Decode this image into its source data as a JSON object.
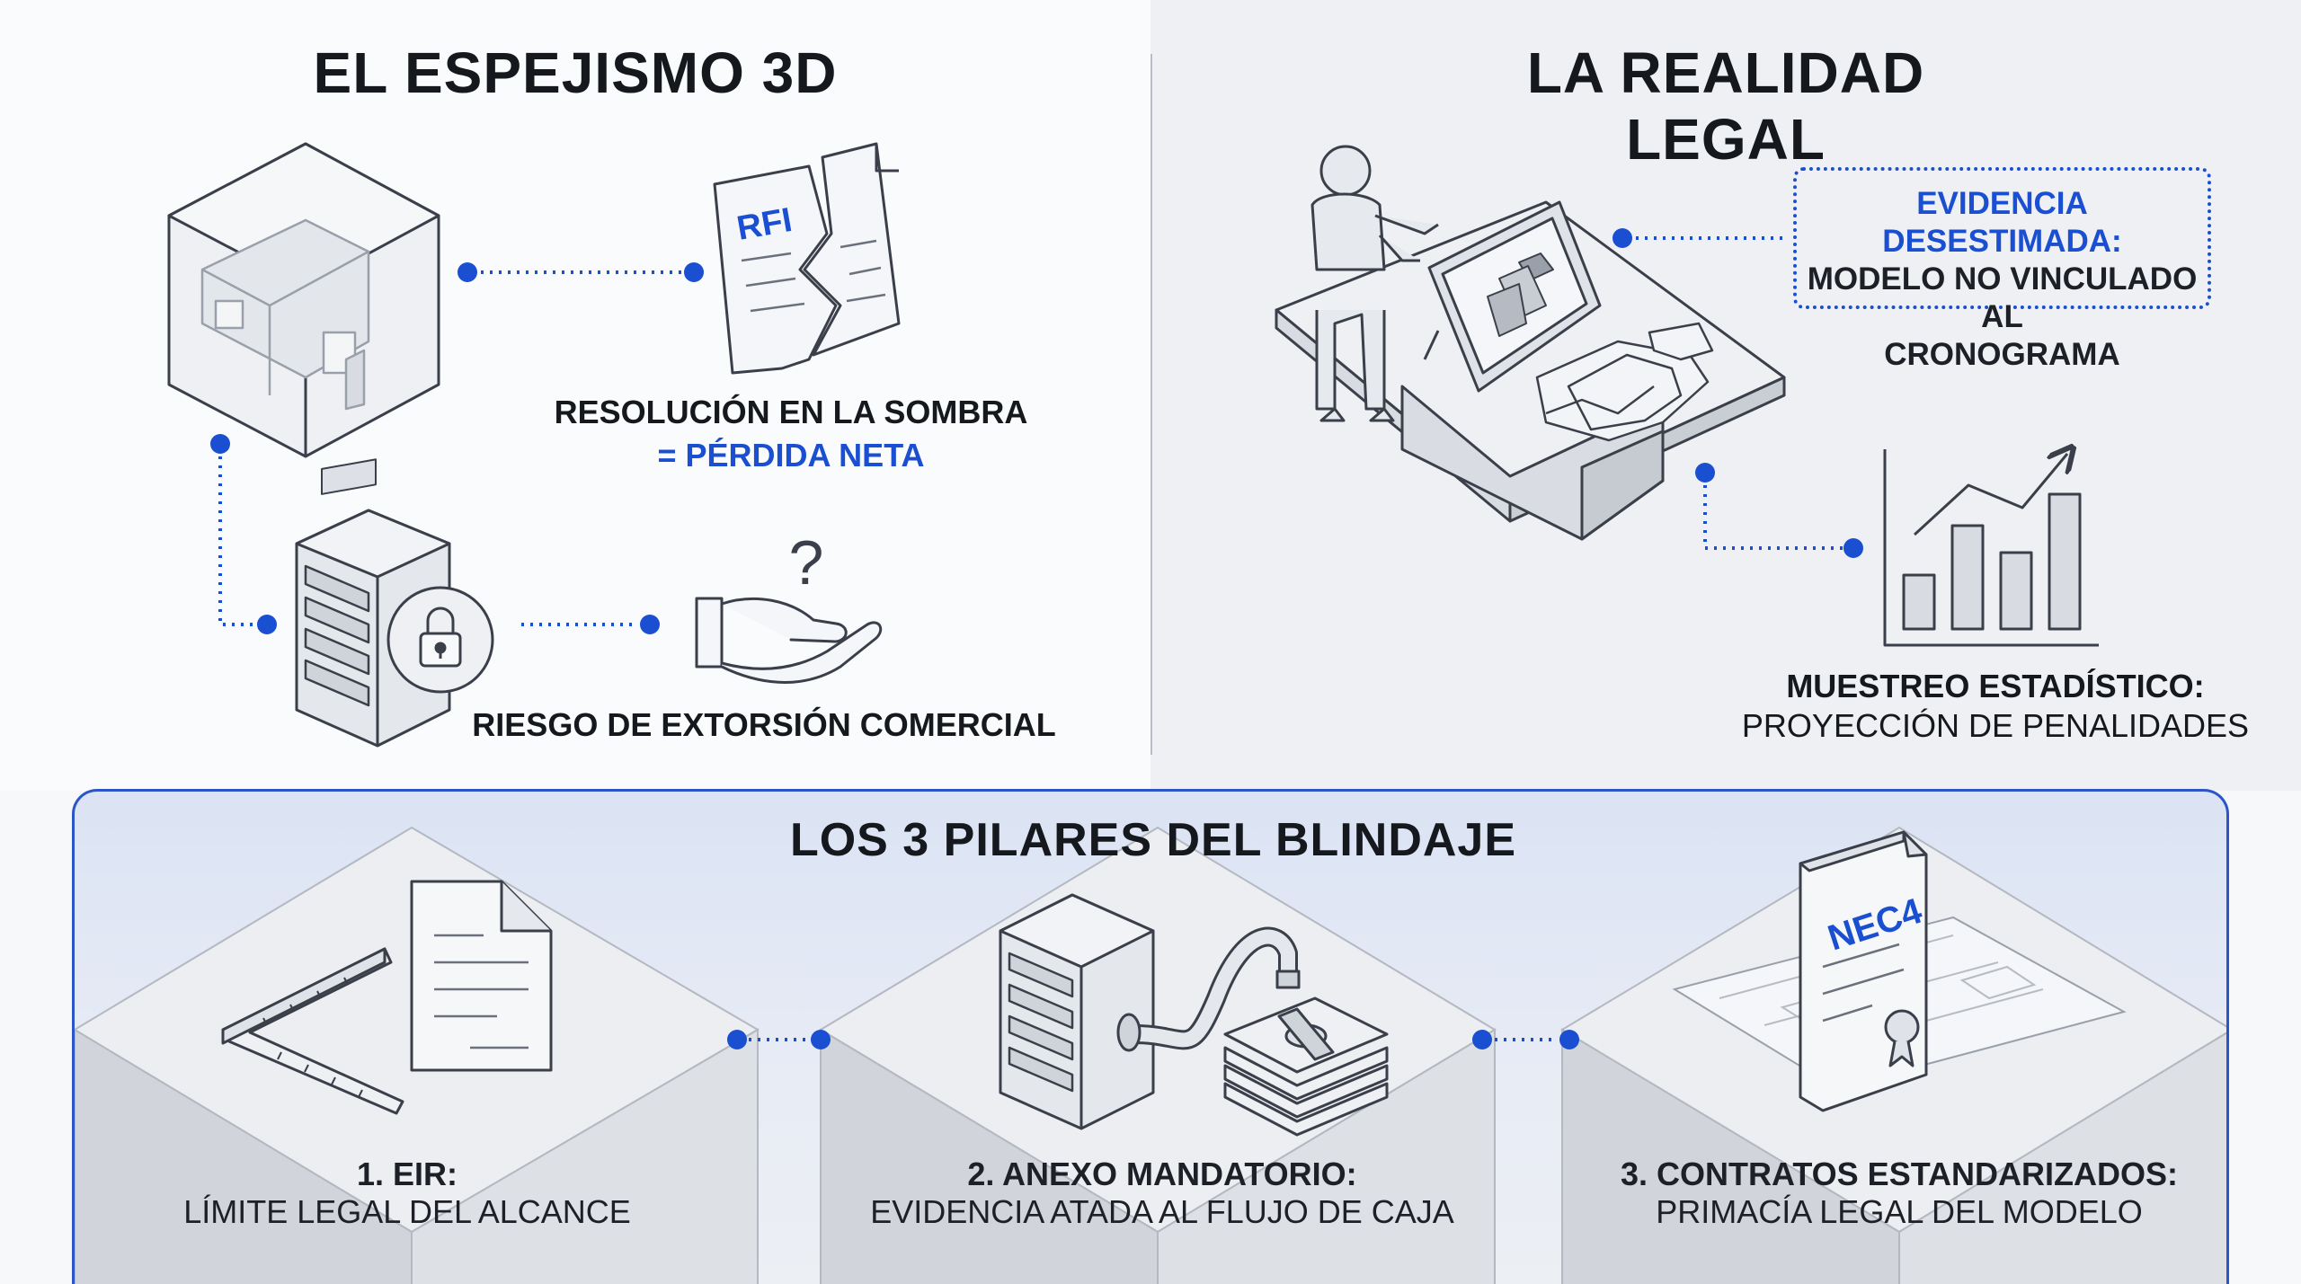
{
  "left_panel": {
    "title": "EL ESPEJISMO 3D",
    "rfi_text": "RFI",
    "label_resolution_line1": "RESOLUCIÓN EN LA SOMBRA",
    "label_resolution_line2": "= PÉRDIDA NETA",
    "label_extortion": "RIESGO DE EXTORSIÓN COMERCIAL",
    "question_mark": "?"
  },
  "right_panel": {
    "title": "LA REALIDAD LEGAL",
    "evidence_line1": "EVIDENCIA DESESTIMADA:",
    "evidence_line2": "MODELO NO VINCULADO AL",
    "evidence_line3": "CRONOGRAMA",
    "sampling_line1": "MUESTREO ESTADÍSTICO:",
    "sampling_line2": "PROYECCIÓN DE PENALIDADES"
  },
  "pillars": {
    "title": "LOS 3 PILARES DEL BLINDAJE",
    "items": [
      {
        "num": "1. EIR:",
        "desc": "LÍMITE LEGAL DEL ALCANCE"
      },
      {
        "num": "2. ANEXO MANDATORIO:",
        "desc": "EVIDENCIA ATADA AL FLUJO DE CAJA"
      },
      {
        "num": "3. CONTRATOS ESTANDARIZADOS:",
        "desc": "PRIMACÍA LEGAL DEL MODELO"
      }
    ],
    "nec4_text": "NEC4"
  },
  "colors": {
    "accent": "#1b4fd1",
    "line": "#3a3f4a",
    "fill_light": "#e9ebef",
    "fill_mid": "#d6d9df"
  }
}
